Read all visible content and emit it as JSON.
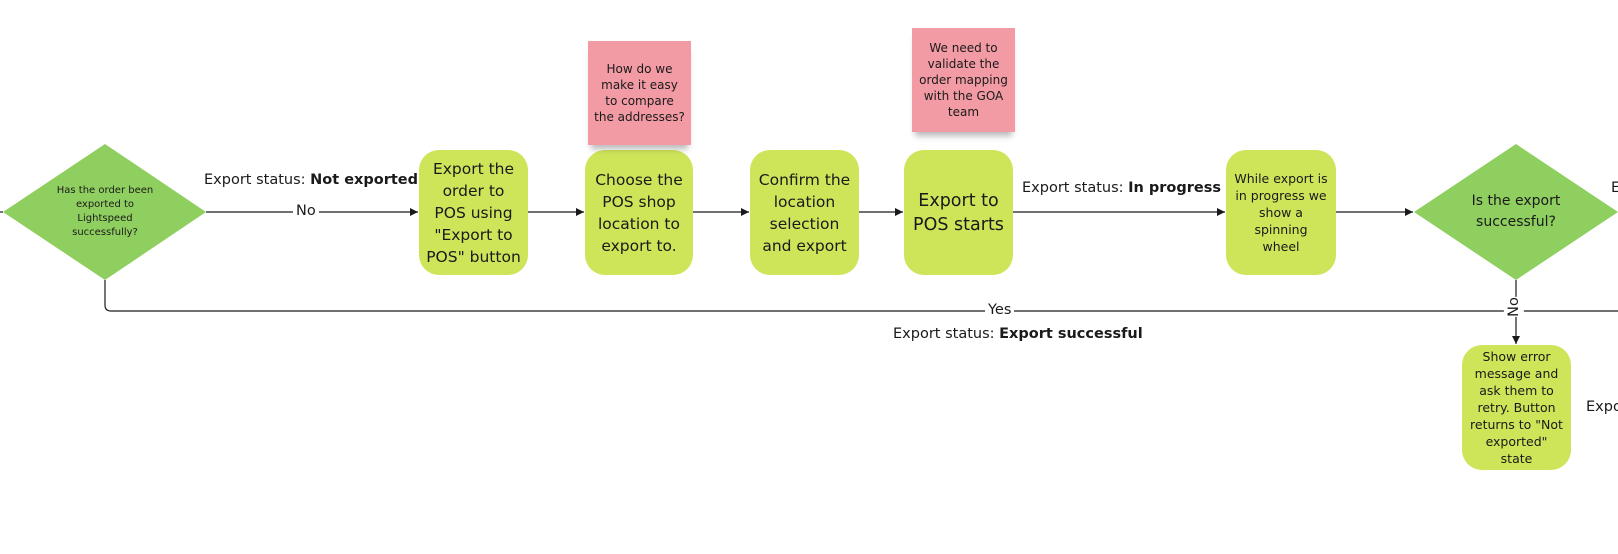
{
  "decisions": {
    "exported_check": "Has the order been exported to Lightspeed successfully?",
    "export_success_check": "Is the export successful?"
  },
  "steps": {
    "export_button": "Export the order to POS using \"Export to POS\" button",
    "choose_location": "Choose the POS shop location to export to.",
    "confirm_location": "Confirm the location selection and export",
    "export_starts": "Export to POS starts",
    "spinning_wheel": "While export is in progress we show a spinning wheel",
    "show_error": "Show error message and ask them to retry. Button returns to \"Not exported\" state"
  },
  "stickies": {
    "compare_addresses": "How do we make it easy to compare the addresses?",
    "validate_mapping": "We need to validate the order mapping with the GOA team"
  },
  "edge_labels": {
    "no_1": "No",
    "yes": "Yes",
    "no_2": "No"
  },
  "status_labels": {
    "prefix": "Export status:",
    "not_exported": "Not exported",
    "in_progress": "In progress",
    "export_successful": "Export successful"
  },
  "clipped_labels": {
    "right_top": "E",
    "right_mid": "Expo"
  },
  "colors": {
    "decision": "#8fcf5f",
    "step": "#cee55a",
    "sticky": "#f29ba4",
    "line": "#1a1a1a"
  }
}
